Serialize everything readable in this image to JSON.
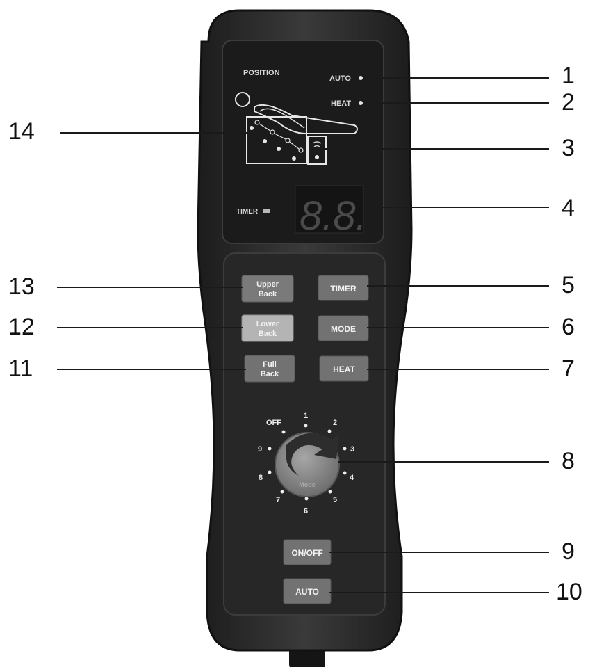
{
  "panel": {
    "position_label": "POSITION",
    "auto_indicator": "AUTO",
    "heat_indicator": "HEAT",
    "timer_label": "TIMER",
    "display_value": "8.8."
  },
  "buttons": {
    "upper_back": [
      "Upper",
      "Back"
    ],
    "lower_back": [
      "Lower",
      "Back"
    ],
    "full_back": [
      "Full",
      "Back"
    ],
    "timer": "TIMER",
    "mode": "MODE",
    "heat": "HEAT",
    "onoff": "ON/OFF",
    "auto": "AUTO"
  },
  "dial": {
    "positions": [
      "OFF",
      "1",
      "2",
      "3",
      "4",
      "5",
      "6",
      "7",
      "8",
      "9"
    ],
    "knob_label": "Mode"
  },
  "callouts": {
    "c1": "1",
    "c2": "2",
    "c3": "3",
    "c4": "4",
    "c5": "5",
    "c6": "6",
    "c7": "7",
    "c8": "8",
    "c9": "9",
    "c10": "10",
    "c11": "11",
    "c12": "12",
    "c13": "13",
    "c14": "14"
  },
  "colors": {
    "body": "#2e2e2e",
    "screen": "#1b1b1b",
    "button": "#727272",
    "button_highlight": "#b4b4b4",
    "knob": "#8e8e8e",
    "callout_line": "#1a1a1a"
  }
}
